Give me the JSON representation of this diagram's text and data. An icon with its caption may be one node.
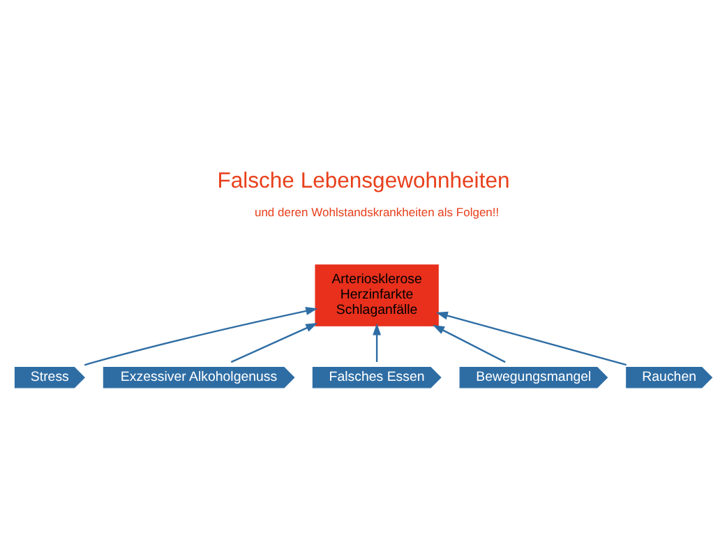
{
  "diagram": {
    "title": "Falsche Lebensgewohnheiten",
    "nodes": [
      {
        "text": [
          "Arteriosklerose",
          "Herzinfarkte",
          "Schlaganfälle"
        ]
      },
      {
        "text": [
          "Stress"
        ]
      },
      {
        "text": [
          "Exzessiver Alkoholgenuss"
        ]
      },
      {
        "text": [
          "Falsches Essen"
        ]
      },
      {
        "text": [
          "Bewegungsmangel"
        ]
      },
      {
        "text": [
          "Rauchen"
        ]
      }
    ],
    "edges": [
      {
        "from": 1,
        "to": 0,
        "arrow": "to"
      },
      {
        "from": 2,
        "to": 0,
        "arrow": "to"
      },
      {
        "from": 3,
        "to": 0,
        "arrow": "to"
      },
      {
        "from": 4,
        "to": 0,
        "arrow": "to"
      },
      {
        "from": 5,
        "to": 0,
        "arrow": "to"
      }
    ],
    "labels": [
      "und deren Wohlstandskrankheiten als Folgen!!"
    ]
  }
}
